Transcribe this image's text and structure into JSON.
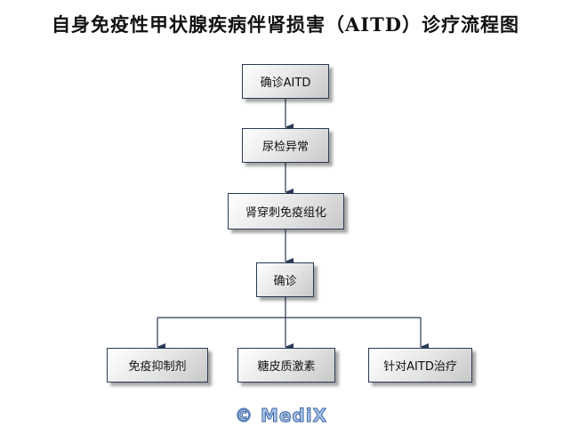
{
  "title": "自身免疫性甲状腺疾病伴肾损害（AITD）诊疗流程图",
  "nodes": {
    "n1": "确诊AITD",
    "n2": "尿检异常",
    "n3": "肾穿刺免疫组化",
    "n4": "确诊",
    "n5": "免疫抑制剂",
    "n6": "糖皮质激素",
    "n7": "针对AITD治疗"
  },
  "watermark": "© MediX",
  "colors": {
    "connector": "#2a3a55",
    "watermark": "#a9c3e6"
  }
}
